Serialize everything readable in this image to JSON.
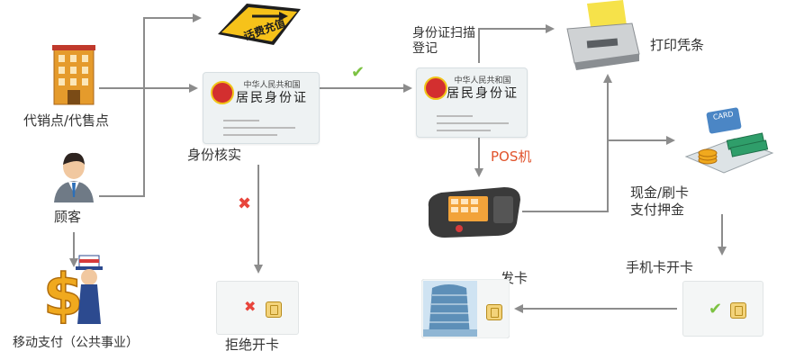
{
  "nodes": {
    "agent": "代销点/代售点",
    "customer": "顾客",
    "mobile_pay": "移动支付（公共事业）",
    "id_check": "身份核实",
    "id_scan": "身份证扫描登记",
    "pos": "POS机",
    "print": "打印凭条",
    "cash": "现金/刷卡支付押金",
    "activate": "手机卡开卡",
    "issue": "发卡",
    "reject": "拒绝开卡",
    "recharge_sign": "话费充值"
  },
  "id_card": {
    "country": "中华人民共和国",
    "title": "居民身份证"
  },
  "card_graphic_text": "CARD",
  "colors": {
    "arrow": "#8c8c8c",
    "check": "#7cc242",
    "cross": "#e8453c",
    "accent_red": "#e0532c"
  },
  "icons": {
    "check": "check-icon",
    "cross": "cross-icon"
  }
}
